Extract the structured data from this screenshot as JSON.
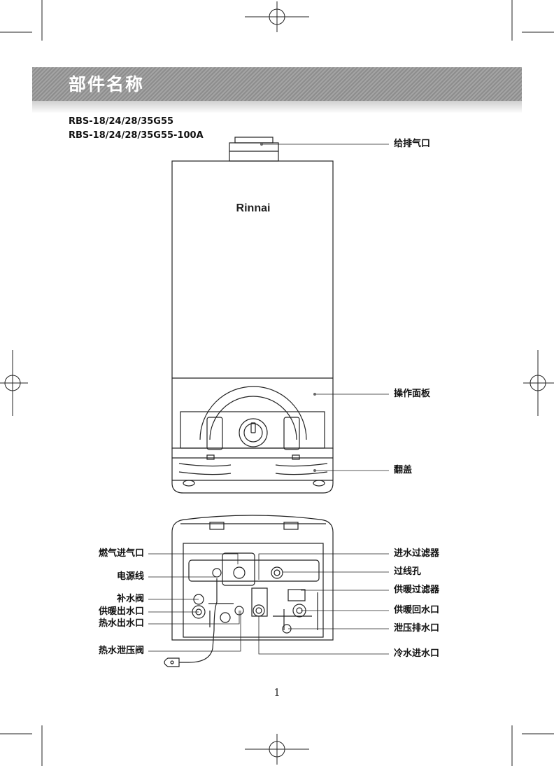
{
  "section_title": "部件名称",
  "models": [
    "RBS-18/24/28/35G55",
    "RBS-18/24/28/35G55-100A"
  ],
  "brand_logo": "Rinnai",
  "front_labels": {
    "exhaust": "给排气口",
    "control_panel": "操作面板",
    "flip_cover": "翻盖"
  },
  "bottom_labels_left": {
    "gas_inlet": "燃气进气口",
    "power_cord": "电源线",
    "refill_valve": "补水阀",
    "heating_outlet": "供暖出水口",
    "hot_water_outlet": "热水出水口",
    "hot_water_relief": "热水泄压阀"
  },
  "bottom_labels_right": {
    "inlet_filter": "进水过滤器",
    "cable_hole": "过线孔",
    "heating_filter": "供暖过滤器",
    "heating_return": "供暖回水口",
    "relief_drain": "泄压排水口",
    "cold_water_inlet": "冷水进水口"
  },
  "page_number": "1"
}
